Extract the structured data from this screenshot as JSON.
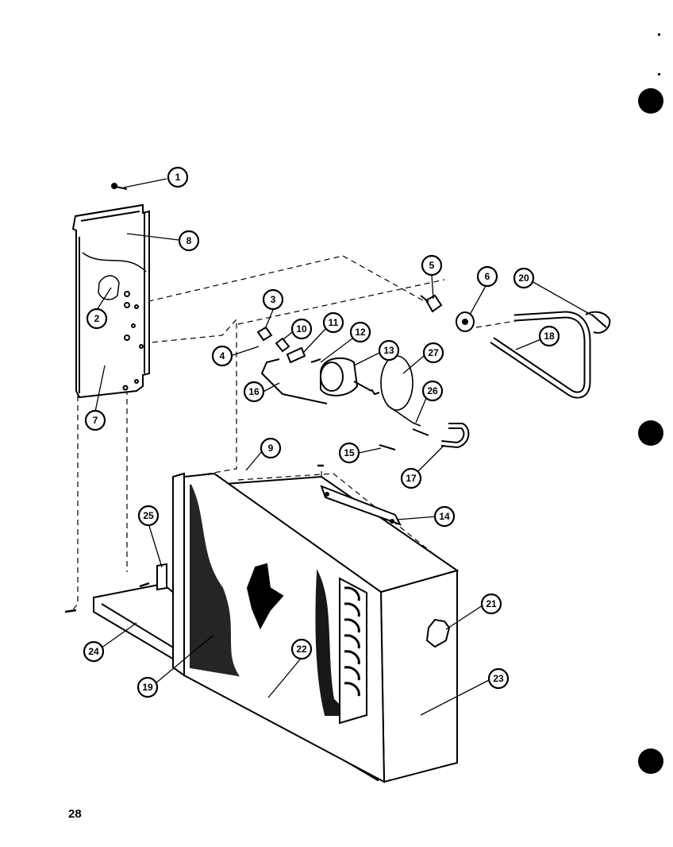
{
  "page": {
    "page_number": "28"
  },
  "callouts": [
    "1",
    "8",
    "2",
    "7",
    "5",
    "6",
    "20",
    "3",
    "10",
    "11",
    "12",
    "13",
    "27",
    "4",
    "18",
    "16",
    "26",
    "15",
    "17",
    "9",
    "14",
    "25",
    "21",
    "24",
    "22",
    "23",
    "19"
  ],
  "colors": {
    "ink": "#000000",
    "paper": "#ffffff"
  }
}
